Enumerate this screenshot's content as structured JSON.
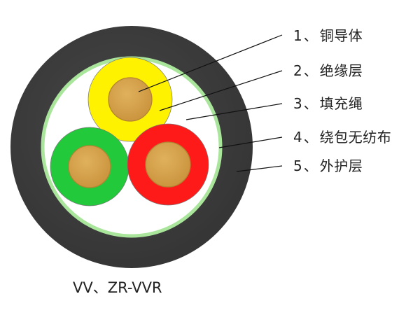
{
  "diagram": {
    "legend": [
      {
        "number": "1",
        "separator": "、",
        "label": "铜导体"
      },
      {
        "number": "2",
        "separator": "、",
        "label": "绝缘层"
      },
      {
        "number": "3",
        "separator": "、",
        "label": "填充绳"
      },
      {
        "number": "4",
        "separator": "、",
        "label": "绕包无纺布"
      },
      {
        "number": "5",
        "separator": "、",
        "label": "外护层"
      }
    ],
    "caption": "VV、ZR-VVR",
    "colors": {
      "outer_sheath": "#3f3f3f",
      "wrapping_tape": "#a9e69b",
      "filler": "#ffffff",
      "yellow_insulation": "#fff200",
      "green_insulation": "#22c93a",
      "red_insulation": "#ff1a1a",
      "copper_conductor": "#d7a24a",
      "leader_line": "#111111"
    },
    "icons": {
      "cable_cross_section": "cable-cross-section-icon",
      "conductor": "copper-conductor-icon"
    }
  }
}
